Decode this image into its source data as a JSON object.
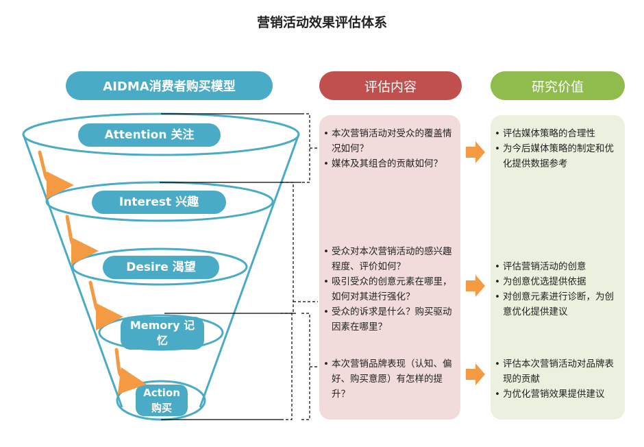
{
  "title": "营销活动效果评估体系",
  "headers": {
    "model": "AIDMA消费者购买模型",
    "evaluation": "评估内容",
    "value": "研究价值"
  },
  "stages": [
    {
      "label": "Attention 关注"
    },
    {
      "label": "Interest 兴趣"
    },
    {
      "label": "Desire 渴望"
    },
    {
      "label": "Memory 记忆"
    },
    {
      "label": "Action 购买"
    }
  ],
  "evaluation_groups": [
    {
      "items": [
        "本次营销活动对受众的覆盖情况如何？",
        "媒体及其组合的贡献如何？"
      ]
    },
    {
      "items": [
        "受众对本次营销活动的感兴趣程度、评价如何？",
        "吸引受众的创意元素在哪里，如何对其进行强化？",
        "受众的诉求是什么？购买驱动因素在哪里？"
      ]
    },
    {
      "items": [
        "本次营销品牌表现（认知、偏好、购买意愿）有怎样的提升？"
      ]
    }
  ],
  "value_groups": [
    {
      "items": [
        "评估媒体策略的合理性",
        "为今后媒体策略的制定和优化提供数据参考"
      ]
    },
    {
      "items": [
        "评估营销活动的创意",
        "为创意优选提供依据",
        "对创意元素进行诊断，为创意优化提供建议"
      ]
    },
    {
      "items": [
        "评估本次营销活动对品牌表现的贡献",
        "为优化营销效果提供建议"
      ]
    }
  ],
  "colors": {
    "funnel_stroke": "#4aabc6",
    "stage_fill": "#4aabc6",
    "evaluation_header": "#c0504d",
    "evaluation_panel": "#f2dcdb",
    "value_header": "#8fbc4c",
    "value_panel": "#ebf1de",
    "arrow": "#f39a43",
    "bracket": "#000000"
  }
}
